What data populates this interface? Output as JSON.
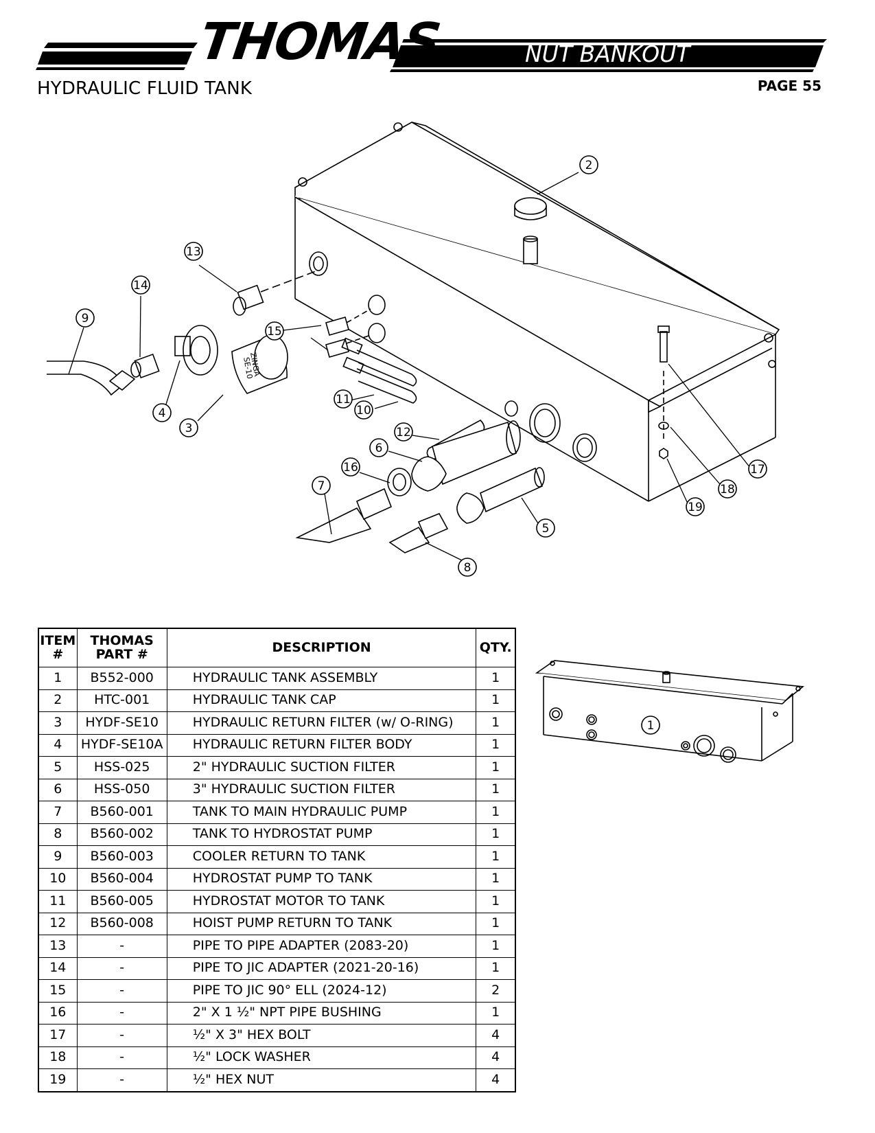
{
  "header": {
    "brand": "THOMAS",
    "subtitle": "NUT BANKOUT",
    "section_title": "HYDRAULIC FLUID TANK",
    "page": "PAGE 55"
  },
  "diagram": {
    "callouts": [
      "1",
      "2",
      "3",
      "4",
      "5",
      "6",
      "7",
      "8",
      "9",
      "10",
      "11",
      "12",
      "13",
      "14",
      "15",
      "16",
      "17",
      "18",
      "19"
    ],
    "filter_label_1": "ZINGA",
    "filter_label_2": "SE-10"
  },
  "table": {
    "headers": [
      "ITEM #",
      "THOMAS PART #",
      "DESCRIPTION",
      "QTY."
    ],
    "header_item_1": "ITEM",
    "header_item_2": "#",
    "header_part_1": "THOMAS",
    "header_part_2": "PART #",
    "rows": [
      {
        "item": "1",
        "part": "B552-000",
        "desc": "HYDRAULIC TANK ASSEMBLY",
        "qty": "1"
      },
      {
        "item": "2",
        "part": "HTC-001",
        "desc": "HYDRAULIC TANK CAP",
        "qty": "1"
      },
      {
        "item": "3",
        "part": "HYDF-SE10",
        "desc": "HYDRAULIC RETURN FILTER (w/ O-RING)",
        "qty": "1"
      },
      {
        "item": "4",
        "part": "HYDF-SE10A",
        "desc": "HYDRAULIC RETURN FILTER BODY",
        "qty": "1"
      },
      {
        "item": "5",
        "part": "HSS-025",
        "desc": "2\" HYDRAULIC SUCTION FILTER",
        "qty": "1"
      },
      {
        "item": "6",
        "part": "HSS-050",
        "desc": "3\" HYDRAULIC SUCTION FILTER",
        "qty": "1"
      },
      {
        "item": "7",
        "part": "B560-001",
        "desc": "TANK TO MAIN HYDRAULIC PUMP",
        "qty": "1"
      },
      {
        "item": "8",
        "part": "B560-002",
        "desc": "TANK TO HYDROSTAT PUMP",
        "qty": "1"
      },
      {
        "item": "9",
        "part": "B560-003",
        "desc": "COOLER RETURN TO TANK",
        "qty": "1"
      },
      {
        "item": "10",
        "part": "B560-004",
        "desc": "HYDROSTAT PUMP TO TANK",
        "qty": "1"
      },
      {
        "item": "11",
        "part": "B560-005",
        "desc": "HYDROSTAT MOTOR TO TANK",
        "qty": "1"
      },
      {
        "item": "12",
        "part": "B560-008",
        "desc": "HOIST PUMP RETURN TO TANK",
        "qty": "1"
      },
      {
        "item": "13",
        "part": "-",
        "desc": "PIPE TO PIPE ADAPTER (2083-20)",
        "qty": "1"
      },
      {
        "item": "14",
        "part": "-",
        "desc": "PIPE TO JIC ADAPTER (2021-20-16)",
        "qty": "1"
      },
      {
        "item": "15",
        "part": "-",
        "desc": "PIPE TO JIC 90° ELL (2024-12)",
        "qty": "2"
      },
      {
        "item": "16",
        "part": "-",
        "desc": "2\" X 1 ½\" NPT PIPE BUSHING",
        "qty": "1"
      },
      {
        "item": "17",
        "part": "-",
        "desc": "½\" X 3\" HEX BOLT",
        "qty": "4"
      },
      {
        "item": "18",
        "part": "-",
        "desc": "½\" LOCK WASHER",
        "qty": "4"
      },
      {
        "item": "19",
        "part": "-",
        "desc": "½\" HEX NUT",
        "qty": "4"
      }
    ]
  }
}
